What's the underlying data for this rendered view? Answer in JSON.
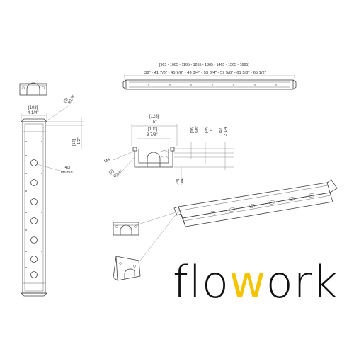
{
  "brand": {
    "logo_prefix": "flo",
    "logo_accent": "w",
    "logo_suffix": "ork",
    "accent_color": "#f5c400",
    "text_color": "#111111"
  },
  "top_view": {
    "metric_lengths": "[965 - 1065 - 1165 - 1265 - 1365 - 1465 - 1565 - 1665]",
    "imperial_lengths": "38\" - 41 7/8\" - 45 7/8\" - 49 3/4\" - 53 3/4\" - 57 5/8\" - 61 5/8\" - 65 1/2\""
  },
  "side_view": {
    "width_metric": "[108]",
    "width_imperial": "4 1/4\"",
    "radius_metric": "[3]",
    "radius_imperial": "R1/8\"",
    "offset_metric": "[12]",
    "offset_imperial": "1/2\"",
    "hole_metric": "[40]",
    "hole_imperial": "Ø1 5/8\""
  },
  "section_view": {
    "outer_metric": "[128]",
    "outer_imperial": "5\"",
    "inner_metric": "[100]",
    "inner_imperial": "3 7/8\"",
    "h1_metric": "[16]",
    "h1_imperial": "5/8\"",
    "h2_metric": "[28]",
    "h2_imperial": "1\"",
    "h3_metric": "[57]",
    "h3_imperial": "2 1/4\"",
    "bottom_metric": "[20]",
    "bottom_imperial": "3/4\"",
    "slot_metric": "[7]",
    "slot_imperial": "Ø1/4\"",
    "thread_label": "M8"
  }
}
